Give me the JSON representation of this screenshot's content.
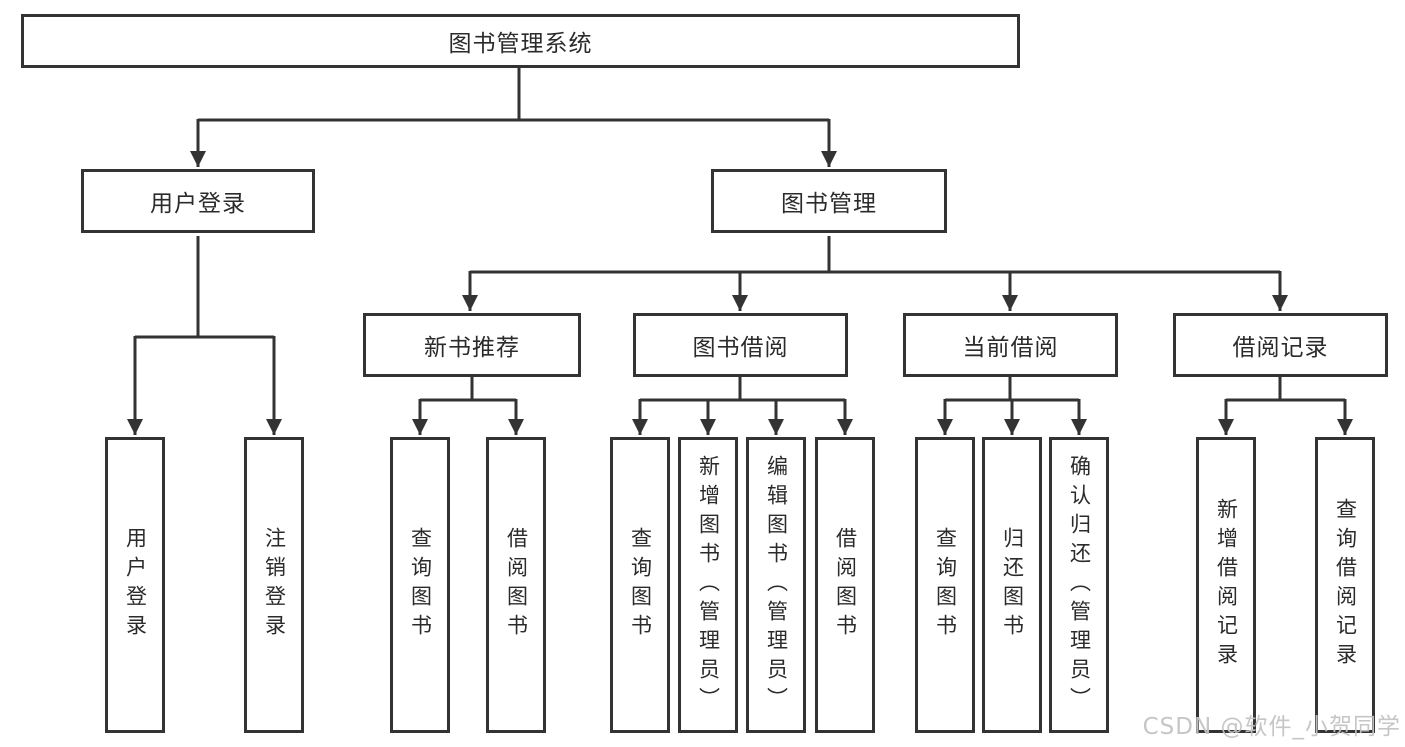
{
  "tree": {
    "label": "图书管理系统",
    "children": [
      {
        "label": "用户登录",
        "children": [
          {
            "label": "用户登录"
          },
          {
            "label": "注销登录"
          }
        ]
      },
      {
        "label": "图书管理",
        "children": [
          {
            "label": "新书推荐",
            "children": [
              {
                "label": "查询图书"
              },
              {
                "label": "借阅图书"
              }
            ]
          },
          {
            "label": "图书借阅",
            "children": [
              {
                "label": "查询图书"
              },
              {
                "label": "新增图书（管理员）"
              },
              {
                "label": "编辑图书（管理员）"
              },
              {
                "label": "借阅图书"
              }
            ]
          },
          {
            "label": "当前借阅",
            "children": [
              {
                "label": "查询图书"
              },
              {
                "label": "归还图书"
              },
              {
                "label": "确认归还（管理员）"
              }
            ]
          },
          {
            "label": "借阅记录",
            "children": [
              {
                "label": "新增借阅记录"
              },
              {
                "label": "查询借阅记录"
              }
            ]
          }
        ]
      }
    ]
  },
  "watermark": {
    "text": "CSDN @软件_小贺同学"
  },
  "colors": {
    "background": "#ffffff",
    "box_border": "#333333",
    "line": "#333333",
    "text": "#2b2b2b",
    "watermark": "#c3c3c3"
  }
}
